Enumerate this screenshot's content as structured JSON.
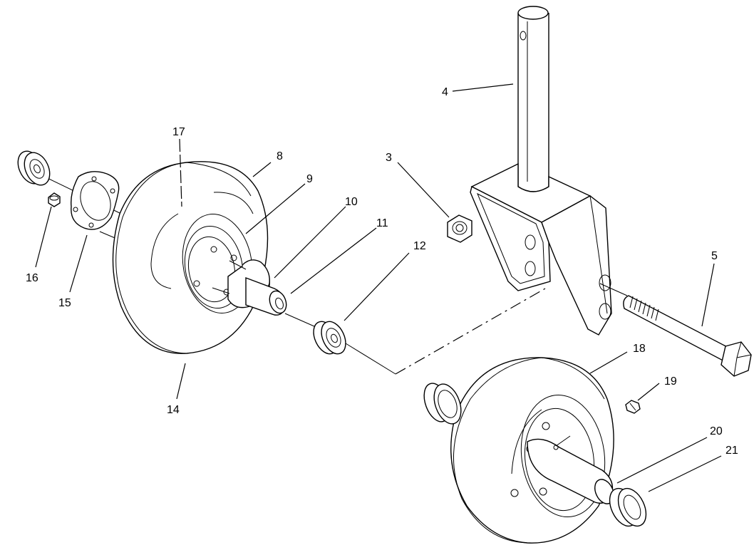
{
  "diagram": {
    "callouts": [
      {
        "id": "c3",
        "text": "3"
      },
      {
        "id": "c4",
        "text": "4"
      },
      {
        "id": "c5",
        "text": "5"
      },
      {
        "id": "c8",
        "text": "8"
      },
      {
        "id": "c9",
        "text": "9"
      },
      {
        "id": "c10",
        "text": "10"
      },
      {
        "id": "c11",
        "text": "11"
      },
      {
        "id": "c12",
        "text": "12"
      },
      {
        "id": "c14",
        "text": "14"
      },
      {
        "id": "c15",
        "text": "15"
      },
      {
        "id": "c16",
        "text": "16"
      },
      {
        "id": "c17",
        "text": "17"
      },
      {
        "id": "c18",
        "text": "18"
      },
      {
        "id": "c19",
        "text": "19"
      },
      {
        "id": "c20",
        "text": "20"
      },
      {
        "id": "c21",
        "text": "21"
      }
    ],
    "colors": {
      "line": "#000000",
      "background": "#ffffff"
    }
  }
}
